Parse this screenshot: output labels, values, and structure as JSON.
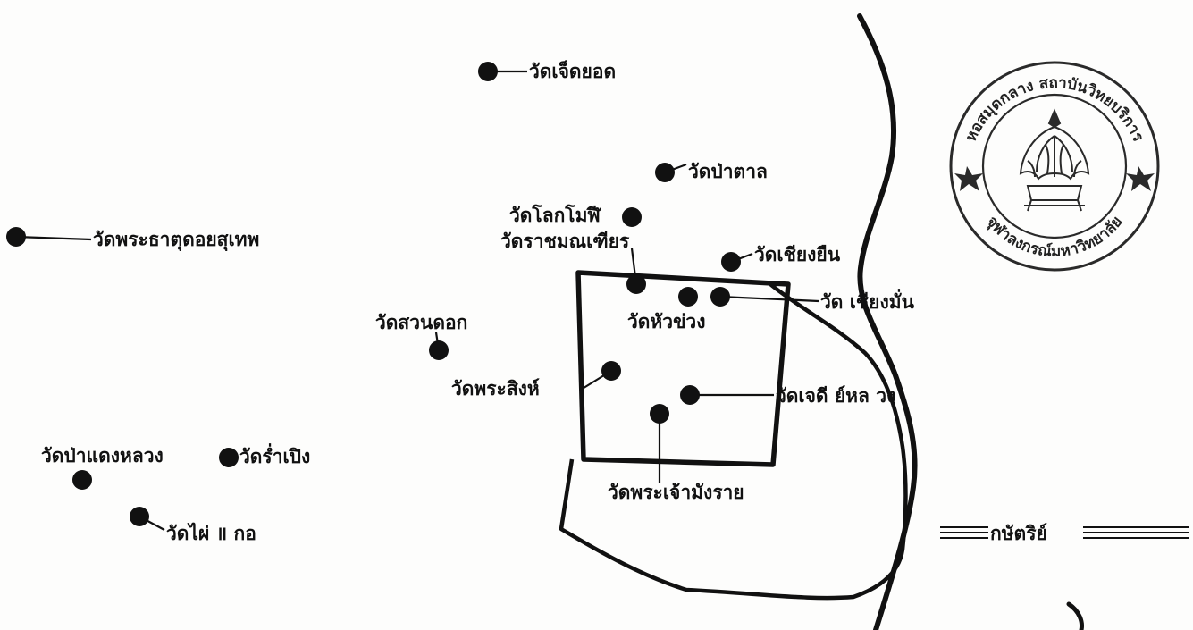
{
  "colors": {
    "ink": "#111111",
    "paper": "#fdfdfc",
    "stamp": "#2a2a2a"
  },
  "map": {
    "river_label": "กษัตริย์",
    "stamp": {
      "top_text": "หอสมุดกลาง สถาบันวิทยบริการ",
      "bottom_text": "จุฬาลงกรณ์มหาวิทยาลัย",
      "emblem": "phra-kiao-emblem-icon"
    },
    "temples": [
      {
        "id": "chet-yot",
        "label": "วัดเจ็ดยอด"
      },
      {
        "id": "pa-tan",
        "label": "วัดป่าตาล"
      },
      {
        "id": "lok-molee",
        "label": "วัดโลกโมฬี"
      },
      {
        "id": "ratcha-monthian",
        "label": "วัดราชมณเฑียร"
      },
      {
        "id": "chiang-yuen",
        "label": "วัดเชียงยืน"
      },
      {
        "id": "chiang-man",
        "label": "วัด เชียงมั่น"
      },
      {
        "id": "hua-khuang",
        "label": "วัดหัวข่วง"
      },
      {
        "id": "phrathat-doi-suthep",
        "label": "วัดพระธาตุดอยสุเทพ"
      },
      {
        "id": "suan-dok",
        "label": "วัดสวนดอก"
      },
      {
        "id": "phra-sing",
        "label": "วัดพระสิงห์"
      },
      {
        "id": "chedi-luang",
        "label": "วัดเจดี ย์หล วง"
      },
      {
        "id": "phra-chao-mengrai",
        "label": "วัดพระเจ้ามังราย"
      },
      {
        "id": "pa-daeng-luang",
        "label": "วัดป่าแดงหลวง"
      },
      {
        "id": "ram-poeng",
        "label": "วัดร่ำเปิง"
      },
      {
        "id": "mai-kho",
        "label": "วัดไผ่ ॥ กอ"
      }
    ]
  }
}
